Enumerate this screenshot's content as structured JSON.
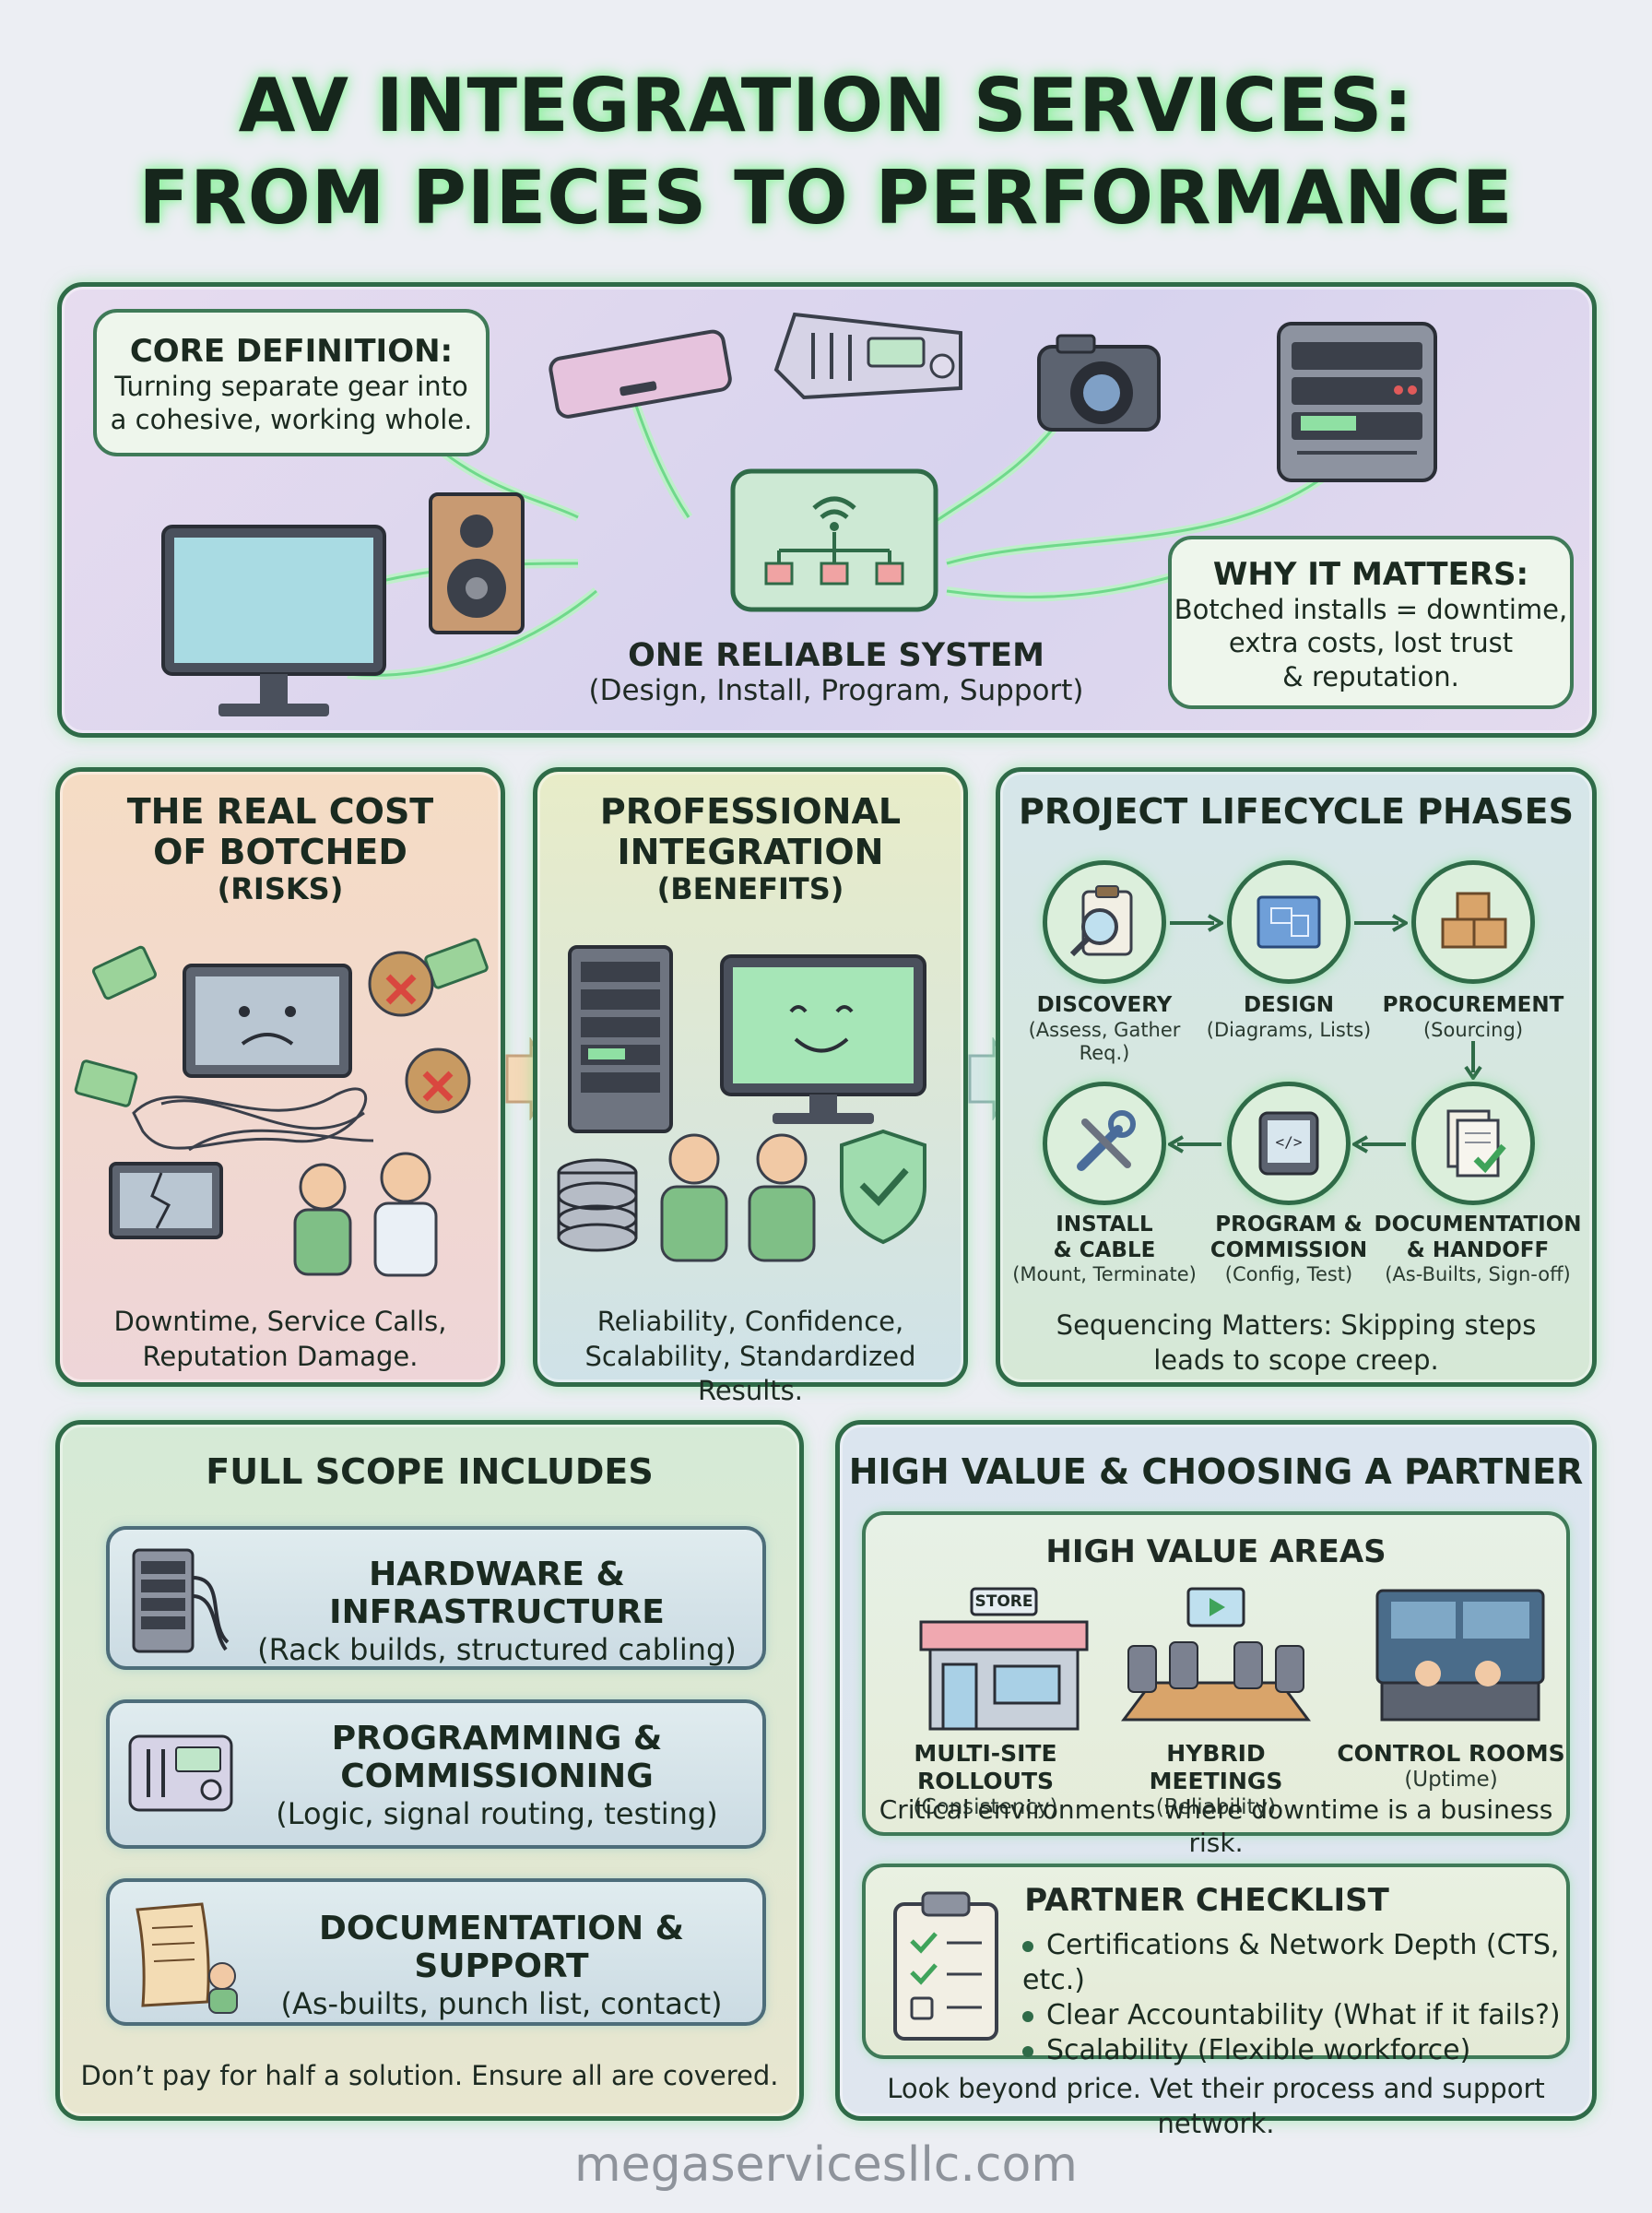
{
  "title": {
    "line1": "AV INTEGRATION SERVICES:",
    "line2": "FROM PIECES TO PERFORMANCE"
  },
  "hero": {
    "core_head": "CORE DEFINITION:",
    "core_line1": "Turning separate gear into",
    "core_line2": "a cohesive, working whole.",
    "system_title": "ONE RELIABLE SYSTEM",
    "system_sub": "(Design, Install, Program, Support)",
    "why_head": "WHY IT MATTERS:",
    "why_line1": "Botched installs = downtime,",
    "why_line2": "extra costs, lost trust",
    "why_line3": "& reputation."
  },
  "risks": {
    "title1": "THE REAL COST",
    "title2": "OF BOTCHED",
    "title3": "(RISKS)",
    "caption1": "Downtime, Service Calls,",
    "caption2": "Reputation Damage."
  },
  "benefits": {
    "title1": "PROFESSIONAL",
    "title2": "INTEGRATION",
    "title3": "(BENEFITS)",
    "caption1": "Reliability, Confidence,",
    "caption2": "Scalability, Standardized Results."
  },
  "lifecycle": {
    "title": "PROJECT LIFECYCLE PHASES",
    "phases": [
      {
        "name": "DISCOVERY",
        "detail": "(Assess, Gather Req.)",
        "icon": "clipboard-magnifier-icon"
      },
      {
        "name": "DESIGN",
        "detail": "(Diagrams, Lists)",
        "icon": "blueprint-icon"
      },
      {
        "name": "PROCUREMENT",
        "detail": "(Sourcing)",
        "icon": "boxes-icon"
      },
      {
        "name": "INSTALL",
        "name2": "& CABLE",
        "detail": "(Mount, Terminate)",
        "icon": "tools-icon"
      },
      {
        "name": "PROGRAM &",
        "name2": "COMMISSION",
        "detail": "(Config, Test)",
        "icon": "tablet-code-icon"
      },
      {
        "name": "DOCUMENTATION",
        "name2": "& HANDOFF",
        "detail": "(As-Builts, Sign-off)",
        "icon": "documents-check-icon"
      }
    ],
    "caption1": "Sequencing Matters: Skipping steps",
    "caption2": "leads to scope creep."
  },
  "scope": {
    "title": "FULL SCOPE INCLUDES",
    "items": [
      {
        "head": "HARDWARE & INFRASTRUCTURE",
        "body": "(Rack builds, structured cabling)"
      },
      {
        "head": "PROGRAMMING &",
        "head2": "COMMISSIONING",
        "body": "(Logic, signal routing, testing)"
      },
      {
        "head": "DOCUMENTATION & SUPPORT",
        "body": "(As-builts, punch list, contact)"
      }
    ],
    "caption": "Don’t pay for half a solution. Ensure all are covered."
  },
  "partner": {
    "title": "HIGH VALUE & CHOOSING A PARTNER",
    "areas_title": "HIGH VALUE AREAS",
    "store_sign": "STORE",
    "areas": [
      {
        "name": "MULTI-SITE ROLLOUTS",
        "detail": "(Consistency)"
      },
      {
        "name": "HYBRID MEETINGS",
        "detail": "(Reliability)"
      },
      {
        "name": "CONTROL ROOMS",
        "detail": "(Uptime)"
      }
    ],
    "areas_caption": "Critical environments where downtime is a business risk.",
    "checklist_title": "PARTNER CHECKLIST",
    "checklist": [
      "Certifications & Network Depth (CTS, etc.)",
      "Clear Accountability (What if it fails?)",
      "Scalability (Flexible workforce)"
    ],
    "caption": "Look beyond price. Vet their process and support network."
  },
  "footer": "megaservicesllc.com",
  "colors": {
    "accent_green": "#2f6b48",
    "glow_green": "#8ff0a0",
    "alert_red": "#d9473f"
  }
}
